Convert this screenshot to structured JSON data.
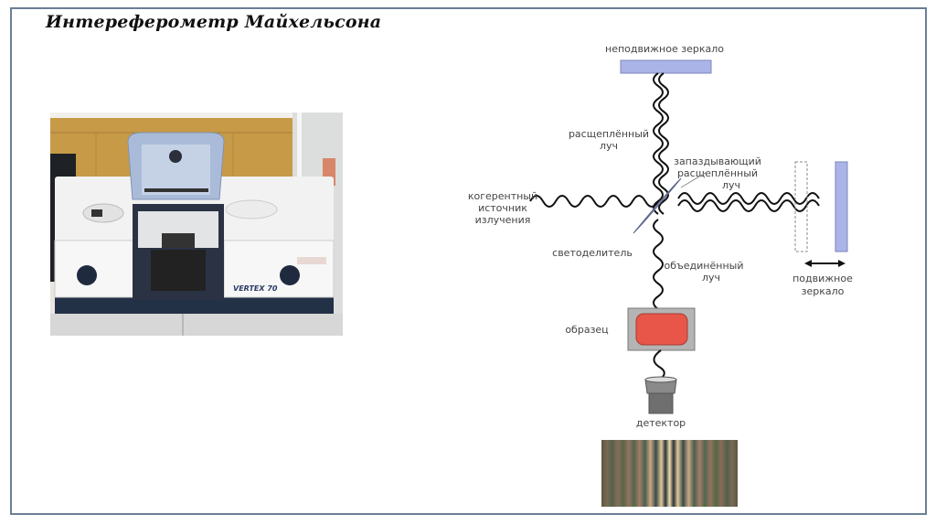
{
  "slide": {
    "title": "Интереферометр Майхельсона"
  },
  "photo": {
    "subject": "FTIR spectrometer",
    "model_label": "VERTEX 70"
  },
  "diagram": {
    "labels": {
      "fixed_mirror": "неподвижное зеркало",
      "split_beam_1": "расщеплённый",
      "split_beam_2": "луч",
      "source_1": "когерентный",
      "source_2": "источник",
      "source_3": "излучения",
      "delayed_1": "запаздывающий",
      "delayed_2": "расщеплённый",
      "delayed_3": "луч",
      "beamsplitter": "светоделитель",
      "combined_1": "объединённый",
      "combined_2": "луч",
      "moving_mirror_1": "подвижное",
      "moving_mirror_2": "зеркало",
      "sample": "образец",
      "detector": "детектор"
    },
    "colors": {
      "mirror": "#aab4e6",
      "sample": "#e8564a",
      "sample_holder": "#b0b0b0",
      "detector": "#7a7a7a",
      "beamsplitter": "#c6cde6"
    }
  },
  "fringes": {
    "description": "interference pattern"
  }
}
